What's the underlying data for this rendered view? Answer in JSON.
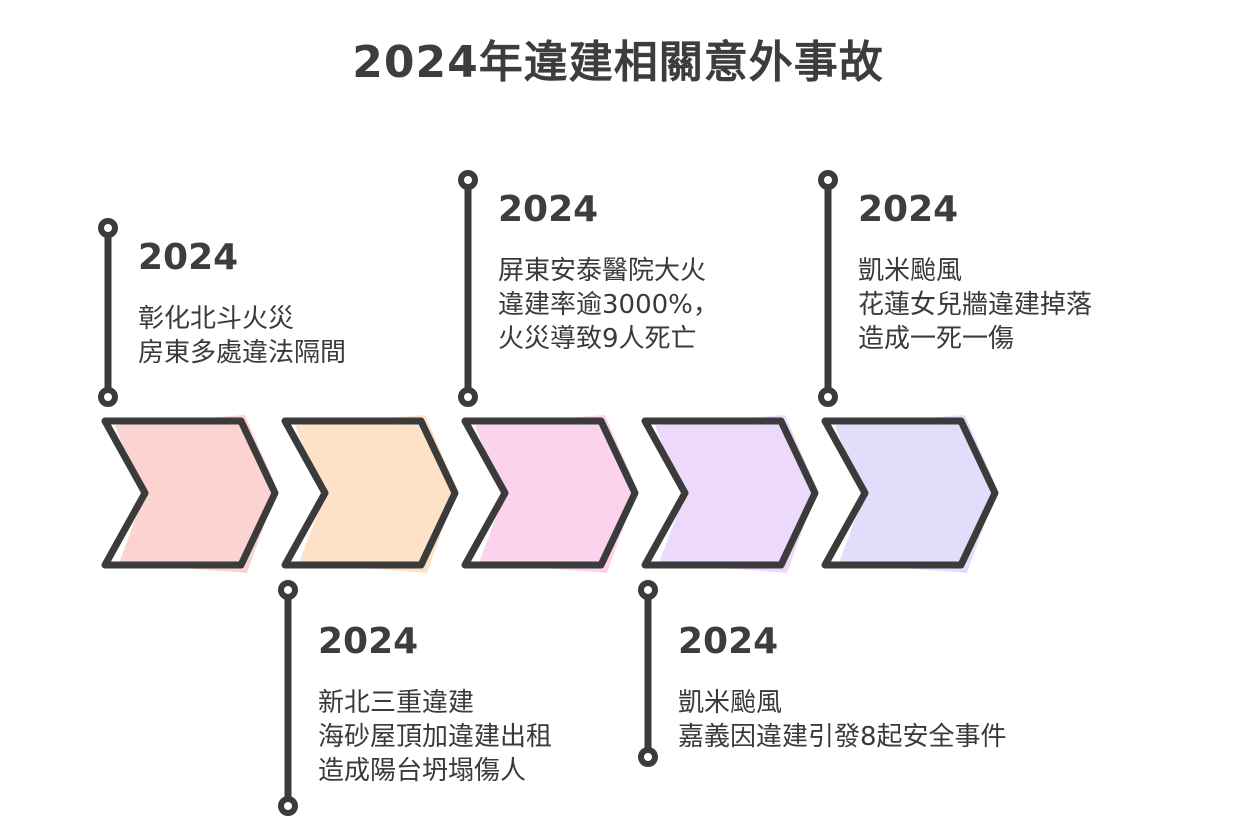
{
  "title": "2024年違建相關意外事故",
  "events": [
    {
      "year": "2024",
      "lines": [
        "彰化北斗火災",
        "房東多處違法隔間"
      ],
      "position": "top",
      "fill": "#fbd3d0"
    },
    {
      "year": "2024",
      "lines": [
        "新北三重違建",
        "海砂屋頂加違建出租",
        "造成陽台坍塌傷人"
      ],
      "position": "bottom",
      "fill": "#fde2c7"
    },
    {
      "year": "2024",
      "lines": [
        "屏東安泰醫院大火",
        "違建率逾3000%，",
        "火災導致9人死亡"
      ],
      "position": "top",
      "fill": "#fbd3ec"
    },
    {
      "year": "2024",
      "lines": [
        "凱米颱風",
        "嘉義因違建引發8起安全事件"
      ],
      "position": "bottom",
      "fill": "#ecd9fb"
    },
    {
      "year": "2024",
      "lines": [
        "凱米颱風",
        "花蓮女兒牆違建掉落",
        "造成一死一傷"
      ],
      "position": "top",
      "fill": "#e3dcfb"
    }
  ]
}
